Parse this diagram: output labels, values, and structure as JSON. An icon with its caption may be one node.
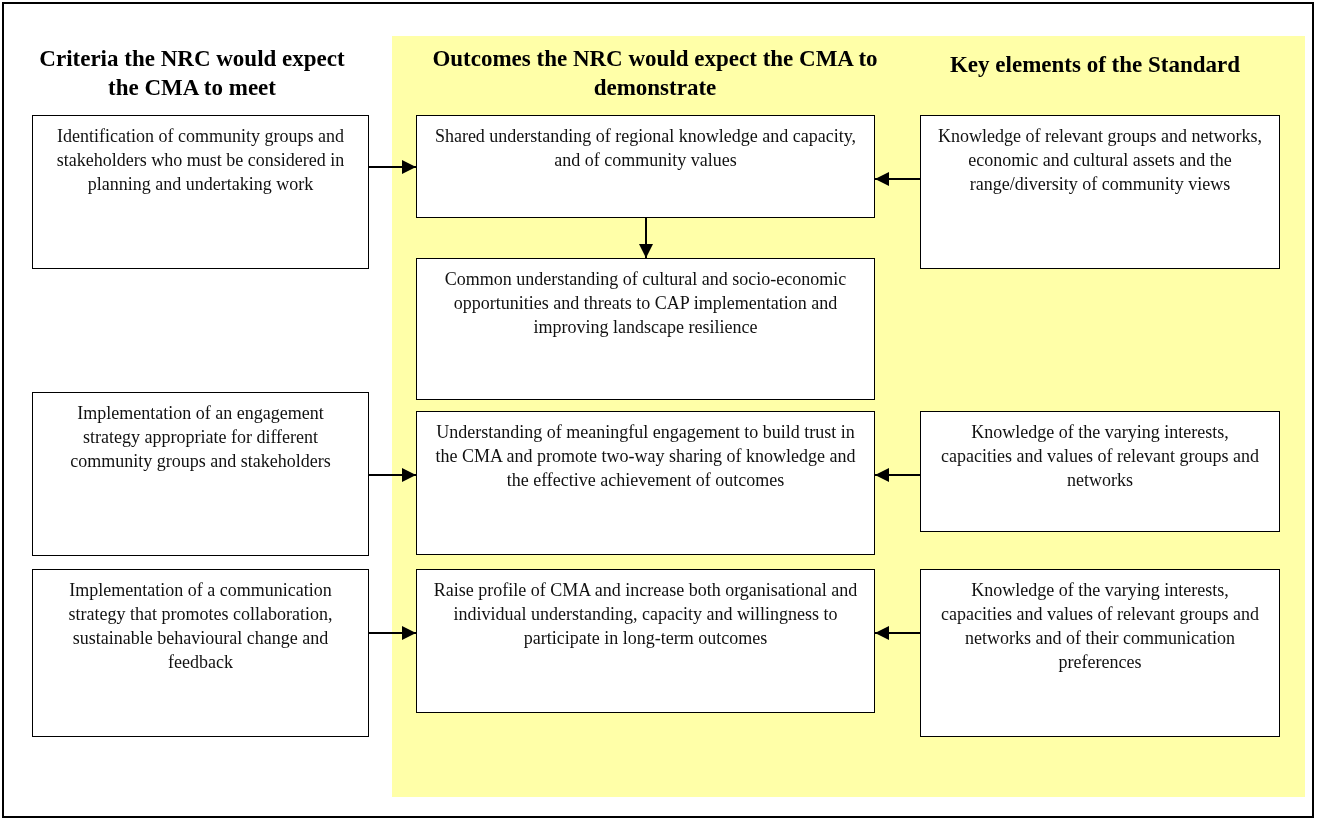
{
  "diagram": {
    "nodes": [
      {
        "text": [
          "Identification of community groups and stakeholders who must be considered in planning and undertaking work"
        ]
      },
      {
        "text": [
          "Shared understanding of regional knowledge and capacity, and of community values"
        ]
      },
      {
        "text": [
          "Knowledge of relevant groups and networks, economic and cultural assets and the range/diversity of community views"
        ]
      },
      {
        "text": [
          "Common understanding of cultural and socio-economic opportunities and threats to CAP implementation and improving landscape resilience"
        ]
      },
      {
        "text": [
          "Implementation of an engagement strategy appropriate for different community groups and stakeholders"
        ]
      },
      {
        "text": [
          "Understanding of meaningful engagement to build trust in the CMA and promote two-way sharing of knowledge and the effective achievement of outcomes"
        ]
      },
      {
        "text": [
          "Knowledge of the varying interests, capacities and values of relevant groups and networks"
        ]
      },
      {
        "text": [
          "Implementation of a communication strategy that promotes collaboration, sustainable behavioural change and feedback"
        ]
      },
      {
        "text": [
          "Raise profile of CMA and increase both organisational and individual understanding, capacity and willingness to participate in long-term outcomes"
        ]
      },
      {
        "text": [
          "Knowledge of the varying interests, capacities and values of relevant groups and networks and of their communication preferences"
        ]
      }
    ],
    "edges": [
      {
        "from": 0,
        "to": 1,
        "arrow": "to"
      },
      {
        "from": 2,
        "to": 1,
        "arrow": "to"
      },
      {
        "from": 1,
        "to": 3,
        "arrow": "to"
      },
      {
        "from": 4,
        "to": 5,
        "arrow": "to"
      },
      {
        "from": 6,
        "to": 5,
        "arrow": "to"
      },
      {
        "from": 7,
        "to": 8,
        "arrow": "to"
      },
      {
        "from": 9,
        "to": 8,
        "arrow": "to"
      }
    ],
    "labels": [
      "Criteria the NRC would expect the CMA to meet",
      "Outcomes the NRC would expect the CMA to demonstrate",
      "Key elements of the Standard"
    ]
  }
}
